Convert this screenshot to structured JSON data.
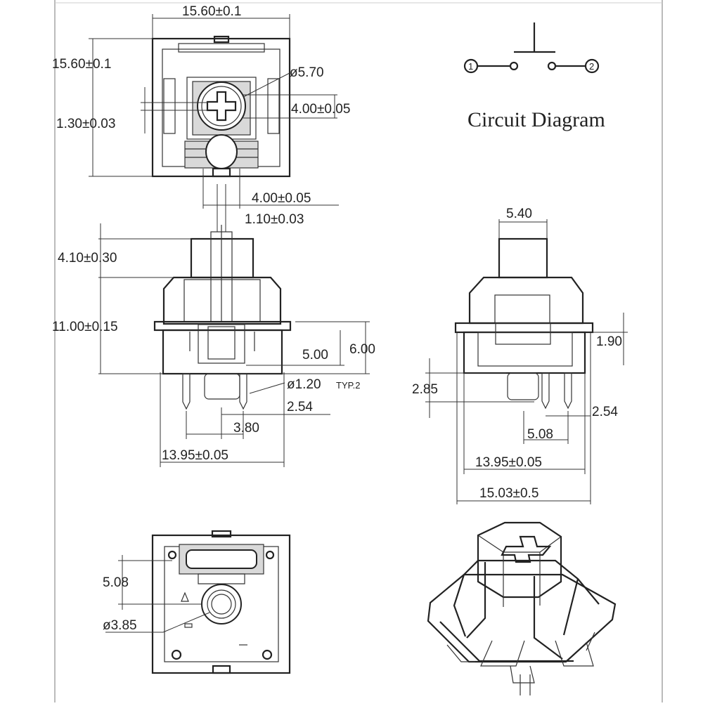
{
  "circuit": {
    "title": "Circuit Diagram",
    "terminal_1": "1",
    "terminal_2": "2"
  },
  "top_view": {
    "width": "15.60±0.1",
    "height": "15.60±0.1",
    "stem_diameter": "ø5.70",
    "cross_width": "4.00±0.05",
    "cross_thickness": "1.30±0.03",
    "cross_bottom": "4.00±0.05",
    "cross_bar": "1.10±0.03"
  },
  "front_view": {
    "travel": "4.10±0.30",
    "total_height": "11.00±0.15",
    "pin_length_a": "5.00",
    "pin_length_b": "6.00",
    "pin_diameter": "ø1.20",
    "pin_note": "TYP.2",
    "pin_offset": "2.54",
    "pin_spacing": "3.80",
    "body_width": "13.95±0.05"
  },
  "side_view": {
    "stem_width": "5.40",
    "flange": "1.90",
    "pin_height": "2.85",
    "pin_offset": "2.54",
    "pin_spacing": "5.08",
    "body_width": "13.95±0.05",
    "flange_width": "15.03±0.5"
  },
  "bottom_view": {
    "hole_offset": "5.08",
    "center_post": "ø3.85"
  }
}
